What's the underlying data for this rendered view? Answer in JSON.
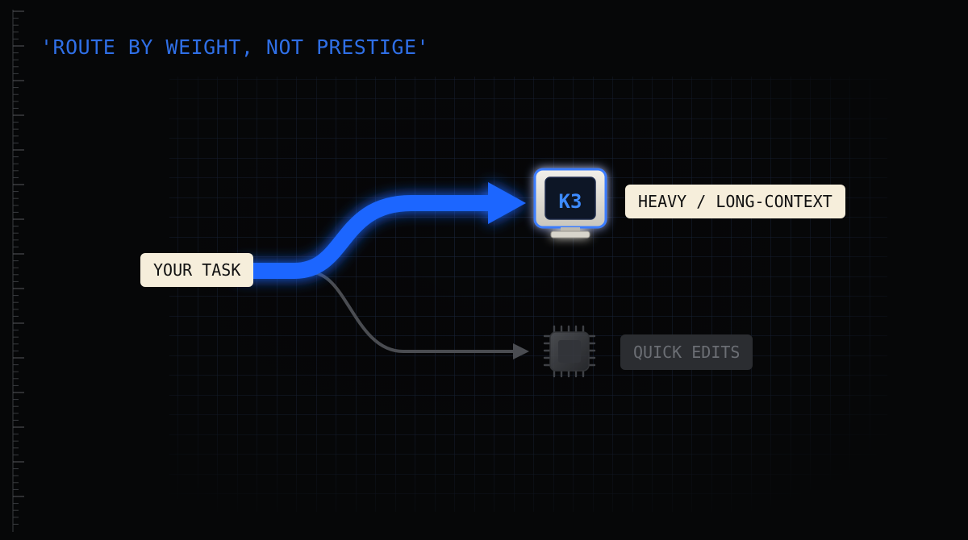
{
  "title": "'ROUTE BY WEIGHT, NOT PRESTIGE'",
  "nodes": {
    "task": {
      "label": "YOUR TASK"
    },
    "heavy": {
      "label": "HEAVY / LONG-CONTEXT",
      "icon": "computer-monitor-icon",
      "screen_text": "K3"
    },
    "quick": {
      "label": "QUICK EDITS",
      "icon": "cpu-chip-icon"
    }
  },
  "colors": {
    "background": "#060708",
    "accent": "#2f6fe6",
    "route_active": "#1f66ff",
    "route_inactive": "#4a4c51",
    "label_bg": "#f6eedb",
    "muted_label_bg": "#2b2d31",
    "muted_label_text": "#6b6e74"
  }
}
